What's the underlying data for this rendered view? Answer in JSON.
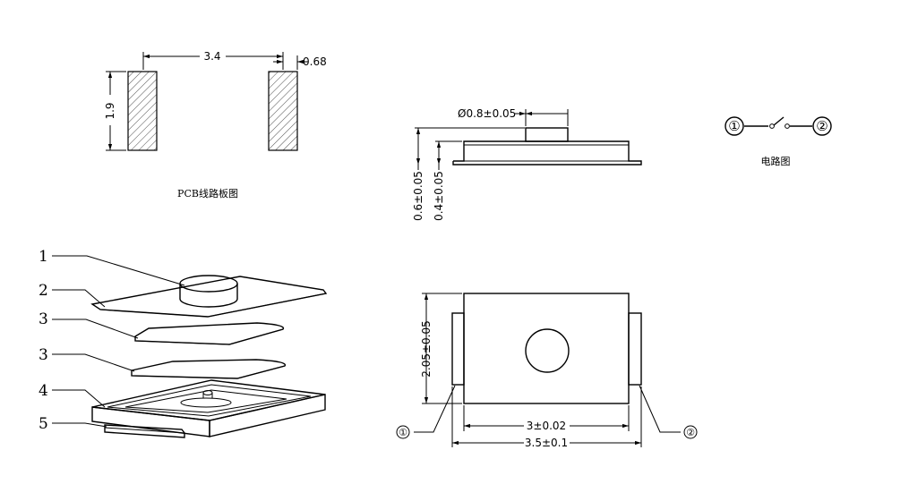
{
  "pcb_layout": {
    "caption": "PCB线路板图",
    "pad_spacing": "3.4",
    "pad_width": "0.68",
    "pad_height": "1.9"
  },
  "side_view": {
    "actuator_diameter": "Ø0.8±0.05",
    "total_height": "0.6±0.05",
    "body_height": "0.4±0.05"
  },
  "circuit": {
    "caption": "电路图",
    "terminal_1": "①",
    "terminal_2": "②"
  },
  "exploded_view": {
    "parts": [
      "1",
      "2",
      "3",
      "3",
      "4",
      "5"
    ]
  },
  "top_view": {
    "body_height": "2.05±0.05",
    "body_width": "3±0.02",
    "overall_width": "3.5±0.1",
    "terminal_1": "①",
    "terminal_2": "②"
  }
}
